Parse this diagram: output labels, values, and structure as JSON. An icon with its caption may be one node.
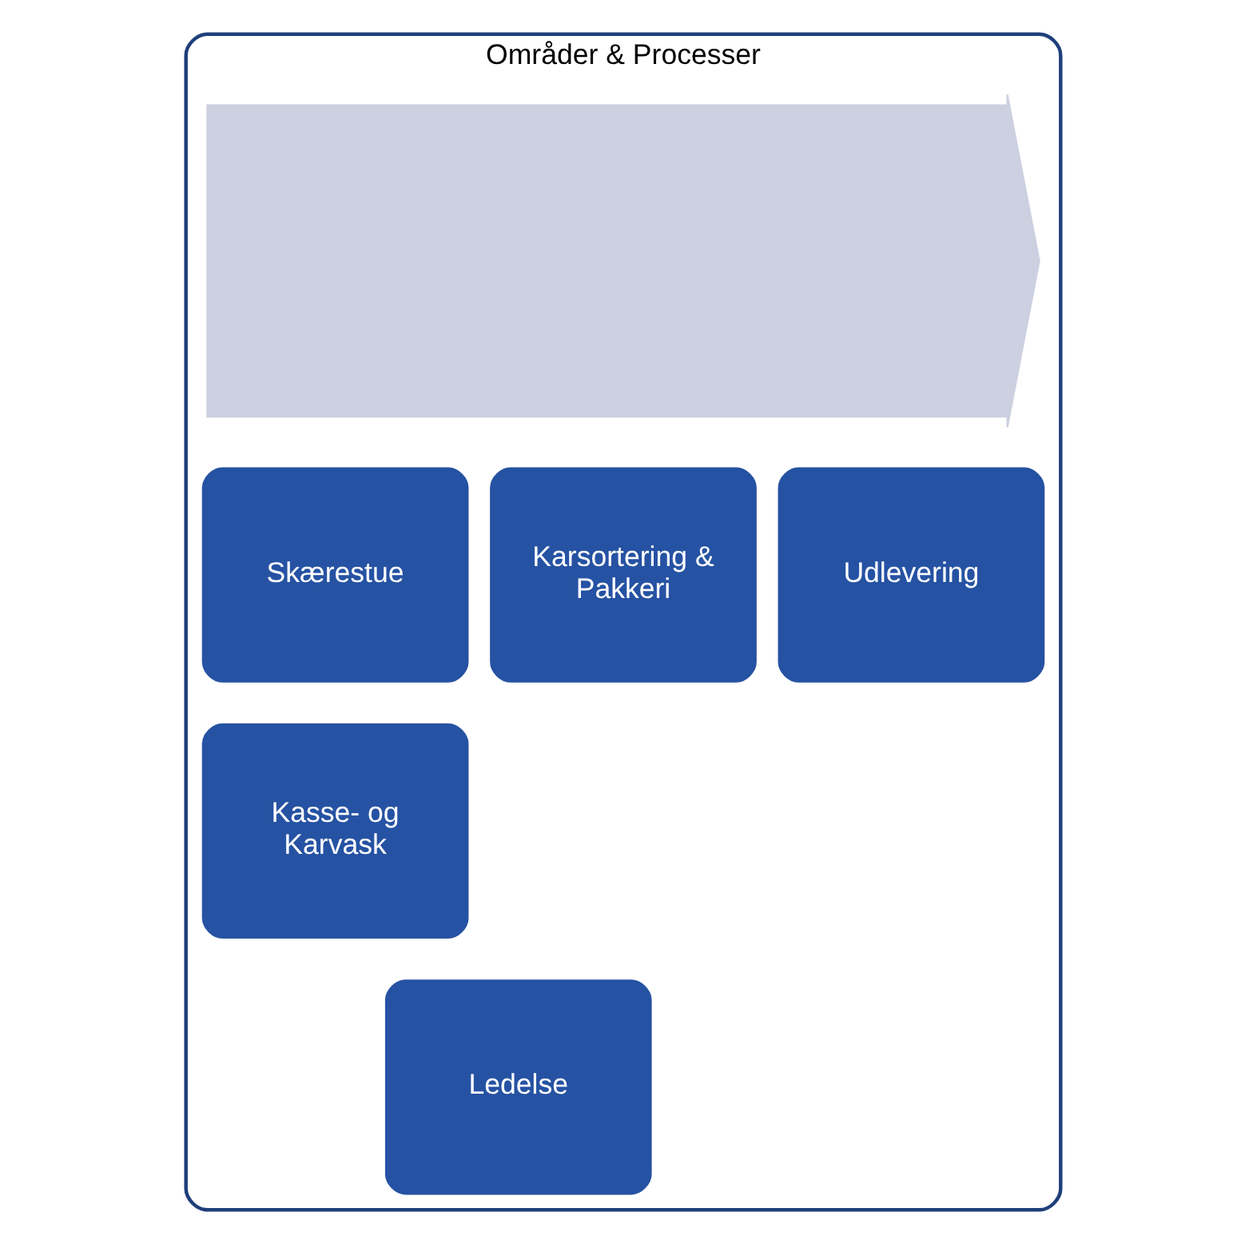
{
  "diagram": {
    "nodes": [
      {
        "text": [
          "Områder & Processer"
        ]
      },
      {
        "text": [],
        "shape": "arrow",
        "in": 0
      },
      {
        "text": [
          "Skærestue"
        ],
        "in": 0
      },
      {
        "text": [
          "Karsortering & Pakkeri"
        ],
        "in": 0
      },
      {
        "text": [
          "Udlevering"
        ],
        "in": 0
      },
      {
        "text": [
          "Kasse- og Karvask"
        ],
        "in": 0
      },
      {
        "text": [
          "Ledelse"
        ],
        "in": 0
      }
    ],
    "edges": []
  }
}
